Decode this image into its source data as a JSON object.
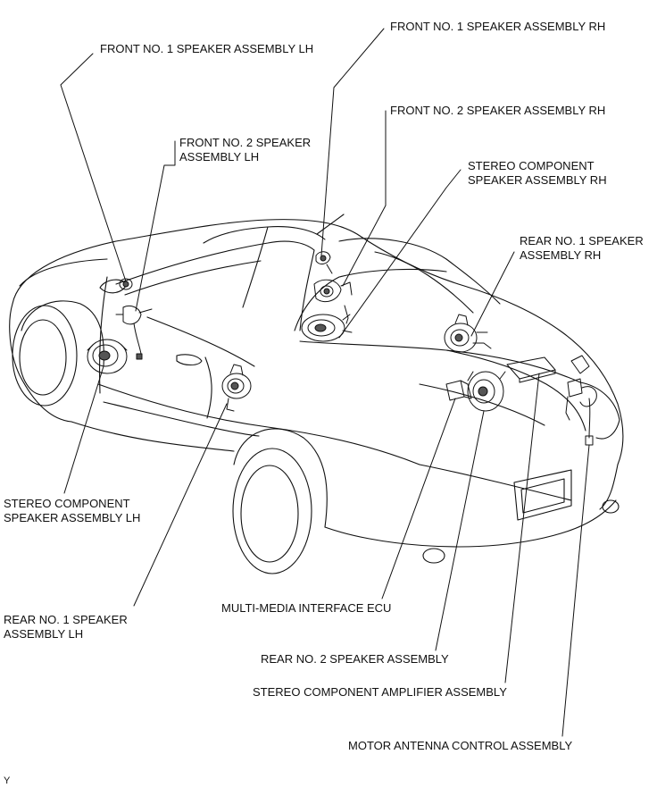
{
  "labels": {
    "front1_lh": "FRONT NO. 1 SPEAKER ASSEMBLY LH",
    "front1_rh": "FRONT NO. 1 SPEAKER ASSEMBLY RH",
    "front2_lh": "FRONT NO. 2 SPEAKER\nASSEMBLY LH",
    "front2_rh": "FRONT NO. 2 SPEAKER ASSEMBLY RH",
    "stereo_rh": "STEREO COMPONENT\nSPEAKER ASSEMBLY RH",
    "rear1_rh": "REAR NO. 1 SPEAKER\nASSEMBLY RH",
    "stereo_lh": "STEREO COMPONENT\nSPEAKER ASSEMBLY LH",
    "rear1_lh": "REAR NO. 1 SPEAKER\nASSEMBLY LH",
    "mmi_ecu": "MULTI-MEDIA INTERFACE ECU",
    "rear2": "REAR NO. 2 SPEAKER ASSEMBLY",
    "amp": "STEREO COMPONENT AMPLIFIER ASSEMBLY",
    "antenna": "MOTOR ANTENNA CONTROL ASSEMBLY",
    "corner_mark": "Y"
  },
  "colors": {
    "line": "#111111",
    "fill": "#ffffff",
    "shade": "#555555"
  }
}
